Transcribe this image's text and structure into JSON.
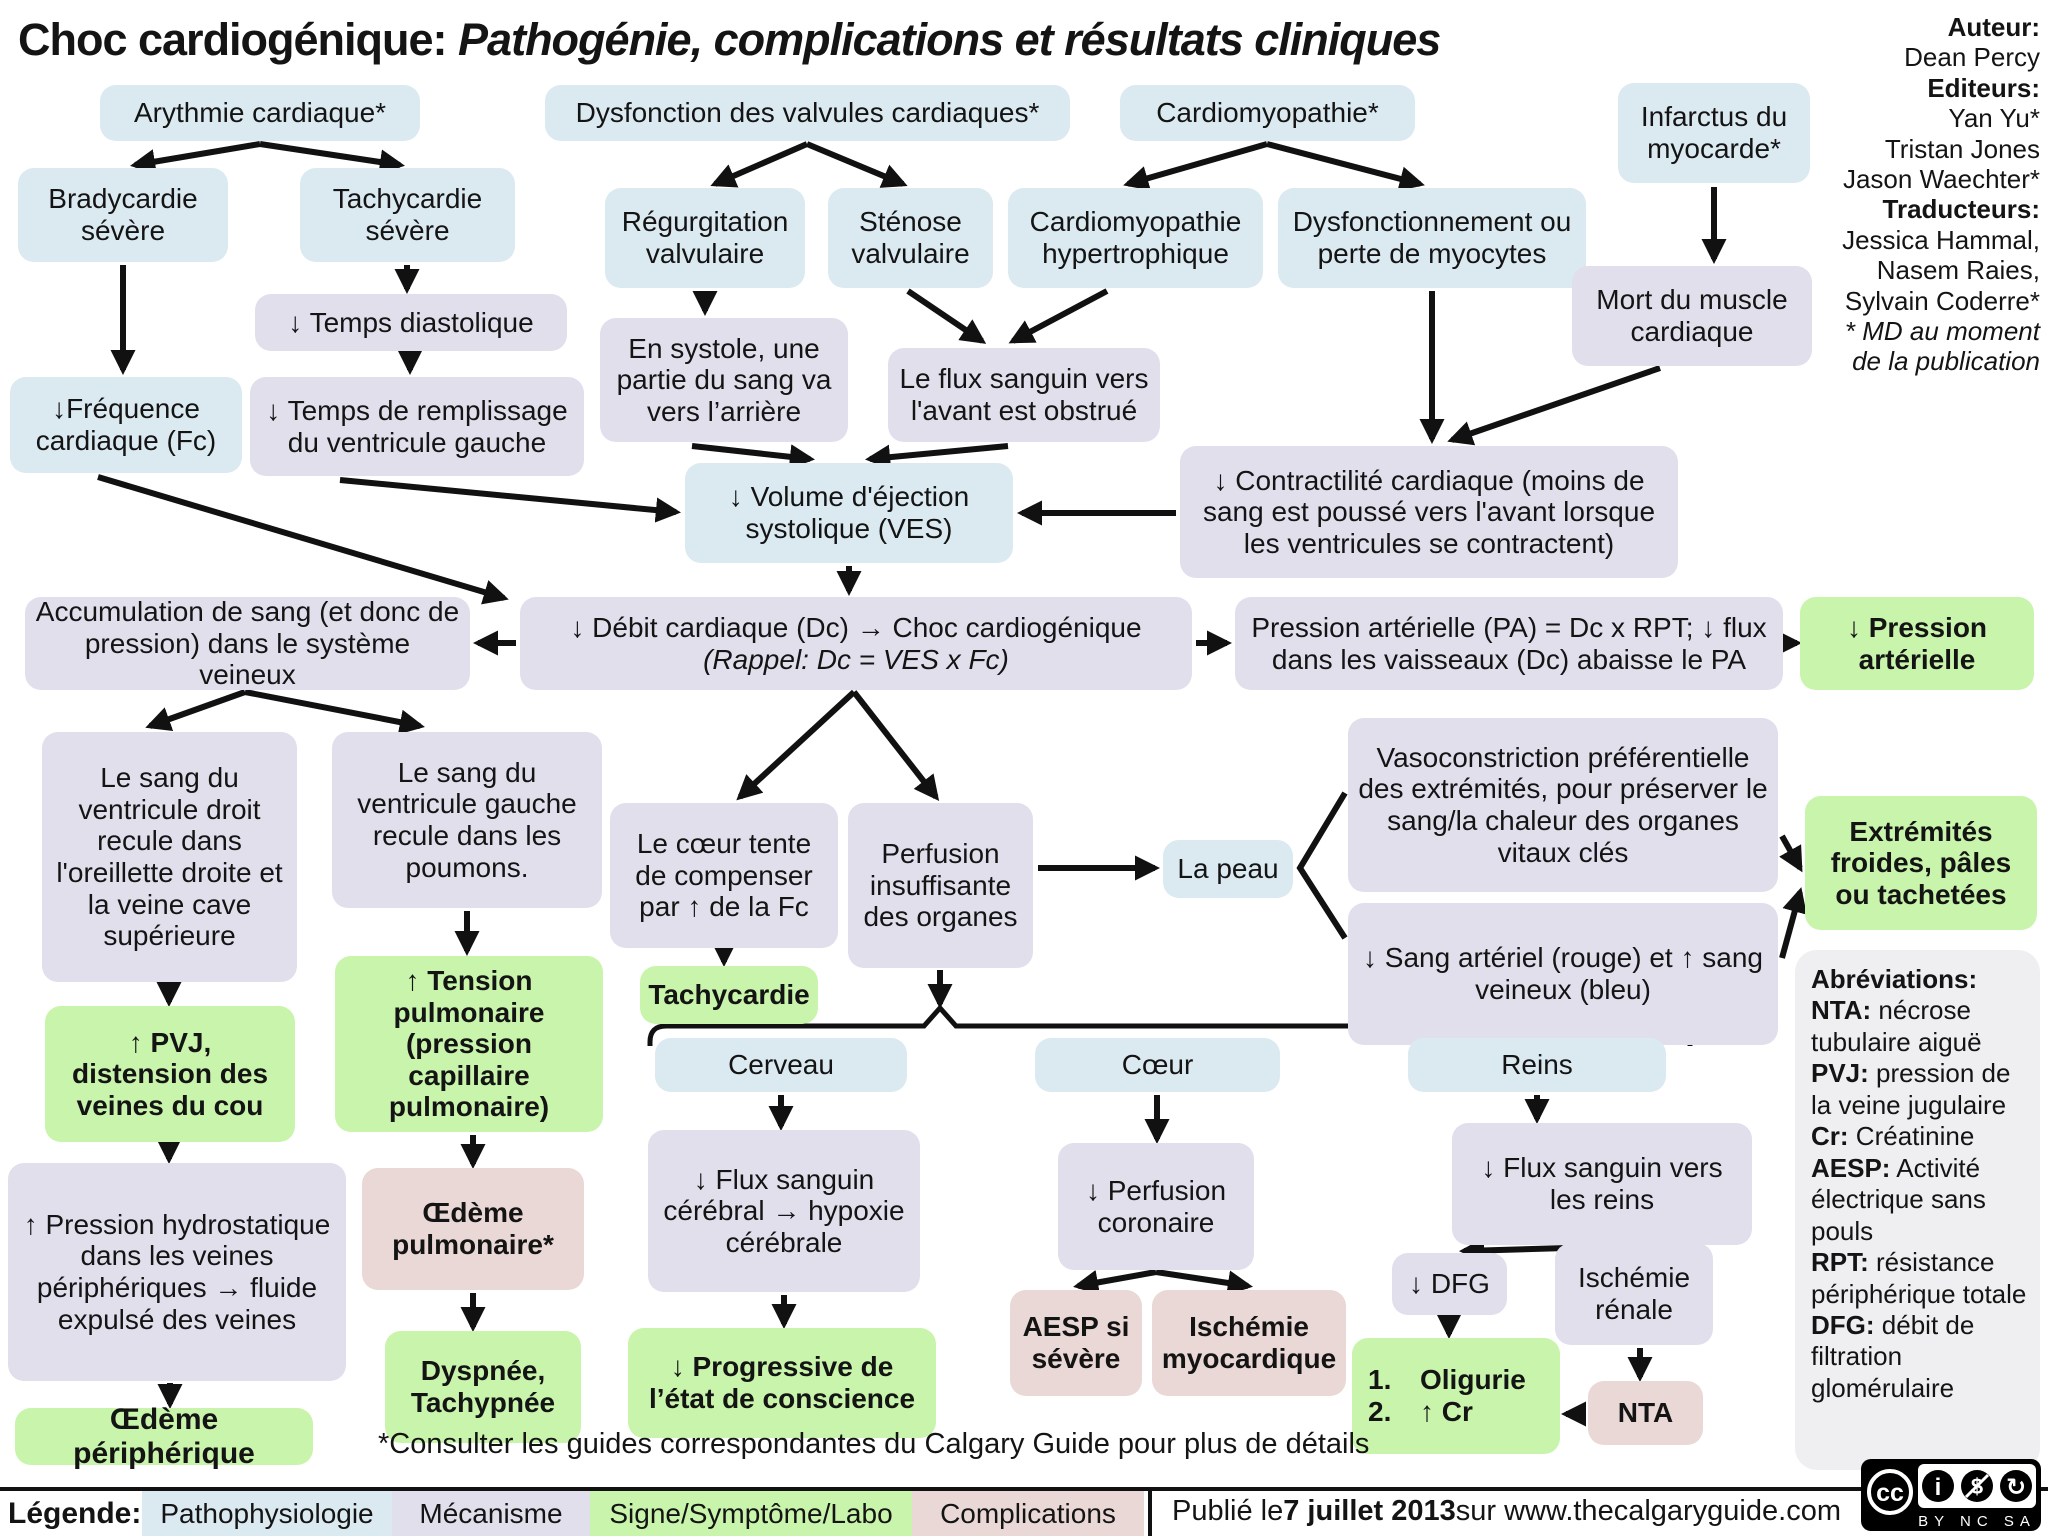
{
  "title": {
    "main": "Choc cardiogénique: ",
    "subtitle": "Pathogénie, complications et résultats cliniques"
  },
  "credits": {
    "author_label": "Auteur:",
    "author": "Dean Percy",
    "editors_label": "Editeurs:",
    "editors": [
      "Yan Yu*",
      "Tristan Jones",
      "Jason Waechter*"
    ],
    "translators_label": "Traducteurs:",
    "translators": [
      "Jessica Hammal,",
      "Nasem Raies,",
      "Sylvain Coderre*"
    ],
    "md_note_1": "* MD au moment",
    "md_note_2": "de la publication"
  },
  "nodes": {
    "arythmie": "Arythmie cardiaque*",
    "dysfonction_valvules": "Dysfonction des valvules cardiaques*",
    "cardiomyopathie": "Cardiomyopathie*",
    "infarctus": "Infarctus du myocarde*",
    "bradycardie": "Bradycardie sévère",
    "tachycardie_severe": "Tachycardie sévère",
    "regurgitation": "Régurgitation valvulaire",
    "stenose": "Sténose valvulaire",
    "cm_hypertrophique": "Cardiomyopathie hypertrophique",
    "dysfonctionnement": "Dysfonctionnement ou perte de myocytes",
    "temps_diastolique": "↓ Temps diastolique",
    "mort_muscle": "Mort du muscle cardiaque",
    "freq_cardiaque": "↓Fréquence cardiaque (Fc)",
    "temps_remplissage": "↓ Temps de remplissage du ventricule gauche",
    "en_systole": "En systole, une partie du sang va vers l’arrière",
    "flux_obstrue": "Le flux sanguin vers l'avant est obstrué",
    "ves": "↓ Volume d'éjection systolique (VES)",
    "contractilite": "↓ Contractilité cardiaque (moins de sang est poussé vers l'avant lorsque les ventricules se contractent)",
    "accumulation": "Accumulation de sang (et donc de pression) dans le système veineux",
    "debit": {
      "main": "↓ Débit cardiaque (Dc) → Choc cardiogénique ",
      "note": "(Rappel: Dc = VES x Fc)"
    },
    "pa": "Pression artérielle (PA) = Dc x RPT; ↓ flux dans les vaisseaux (Dc) abaisse le PA",
    "pression_arterielle": "↓ Pression artérielle",
    "sang_vd": "Le sang du ventricule droit recule dans l'oreillette droite et la veine cave supérieure",
    "sang_vg": "Le sang du ventricule gauche recule dans les poumons.",
    "coeur_compense": "Le cœur tente de compenser par ↑ de la Fc",
    "perfusion": "Perfusion insuffisante des organes",
    "la_peau": "La peau",
    "vasoconstriction": "Vasoconstriction préférentielle des extrémités, pour préserver le sang/la chaleur des organes vitaux clés",
    "sang_arteriel": "↓ Sang artériel (rouge) et ↑ sang veineux (bleu)",
    "extremites": "Extrémités froides, pâles ou tachetées",
    "tachycardie_sign": "Tachycardie",
    "pvj": "↑ PVJ, distension des veines du cou",
    "tension_pulm": "↑ Tension pulmonaire (pression capillaire pulmonaire)",
    "cerveau": "Cerveau",
    "coeur": "Cœur",
    "reins": "Reins",
    "flux_cerebral": "↓ Flux sanguin cérébral → hypoxie cérébrale",
    "perfusion_coronaire": "↓ Perfusion coronaire",
    "flux_reins": "↓ Flux sanguin vers les reins",
    "pression_hydro": "↑ Pression hydrostatique dans les veines périphériques → fluide expulsé des veines",
    "oedeme_pulm": "Œdème pulmonaire*",
    "dfg": "↓ DFG",
    "ischemie_renale": "Ischémie rénale",
    "progressive": "↓ Progressive de l’état de conscience",
    "aesp": "AESP si sévère",
    "ischemie_myo": "Ischémie myocardique",
    "oligurie": {
      "n1": "1.",
      "t1": "Oligurie",
      "n2": "2.",
      "t2": "↑ Cr"
    },
    "nta": "NTA",
    "dyspnee": "Dyspnée, Tachypnée",
    "oedeme_periph": "Œdème périphérique"
  },
  "footnote": "*Consulter les guides correspondantes du Calgary Guide pour plus de détails",
  "abbreviations": {
    "title": "Abréviations:",
    "items": [
      {
        "term": "NTA:",
        "def": "nécrose tubulaire aiguë"
      },
      {
        "term": "PVJ:",
        "def": "pression de la veine jugulaire"
      },
      {
        "term": "Cr:",
        "def": "Créatinine"
      },
      {
        "term": "AESP:",
        "def": "Activité électrique sans pouls"
      },
      {
        "term": "RPT:",
        "def": "résistance périphérique totale"
      },
      {
        "term": "DFG:",
        "def": "débit de filtration glomérulaire"
      }
    ]
  },
  "legend": {
    "label": "Légende:",
    "items": [
      {
        "label": "Pathophysiologie",
        "color": "#dbe9f1"
      },
      {
        "label": "Mécanisme",
        "color": "#e2dfed"
      },
      {
        "label": "Signe/Symptôme/Labo",
        "color": "#c9f4ab"
      },
      {
        "label": "Complications",
        "color": "#e9d8d5"
      }
    ]
  },
  "publish": {
    "prefix": "Publié le ",
    "date": "7 juillet 2013",
    "suffix": " sur www.thecalgaryguide.com"
  },
  "license": {
    "cc": "cc",
    "attrs": "BY  NC  SA"
  }
}
